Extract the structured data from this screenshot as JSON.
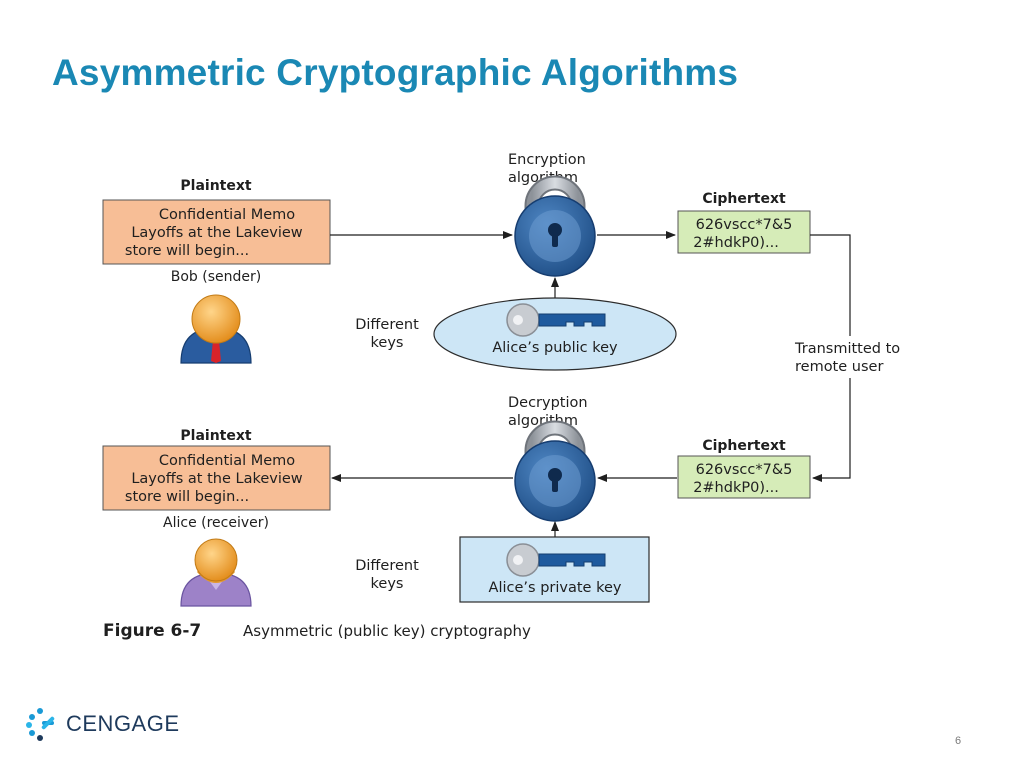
{
  "slide": {
    "title": "Asymmetric Cryptographic Algorithms",
    "page_number": "6",
    "logo_text": "CENGAGE"
  },
  "colors": {
    "title": "#1a88b4",
    "plaintext_box": "#f7be96",
    "ciphertext_box": "#d6ecb8",
    "public_key_ellipse": "#cde6f6",
    "private_key_box": "#cde6f6",
    "lock_body": "#2c5c95",
    "key_color": "#1e5a9e",
    "person_head": "#f2a33a"
  },
  "diagram": {
    "top": {
      "plaintext_heading": "Plaintext",
      "plaintext_lines": [
        "Confidential Memo",
        "Layoffs at the Lakeview",
        "store will begin..."
      ],
      "person_label": "Bob (sender)",
      "lock_label_lines": [
        "Encryption",
        "algorithm"
      ],
      "ciphertext_heading": "Ciphertext",
      "ciphertext_lines": [
        "626vscc*7&5",
        "2#hdkP0)..."
      ],
      "keys_label_lines": [
        "Different",
        "keys"
      ],
      "key_label": "Alice’s public key"
    },
    "transmit_label_lines": [
      "Transmitted to",
      "remote user"
    ],
    "bottom": {
      "plaintext_heading": "Plaintext",
      "plaintext_lines": [
        "Confidential Memo",
        "Layoffs at the Lakeview",
        "store will begin..."
      ],
      "person_label": "Alice (receiver)",
      "lock_label_lines": [
        "Decryption",
        "algorithm"
      ],
      "ciphertext_heading": "Ciphertext",
      "ciphertext_lines": [
        "626vscc*7&5",
        "2#hdkP0)..."
      ],
      "keys_label_lines": [
        "Different",
        "keys"
      ],
      "key_label": "Alice’s private key"
    },
    "figure_number": "Figure 6-7",
    "figure_caption": "Asymmetric (public key) cryptography"
  }
}
